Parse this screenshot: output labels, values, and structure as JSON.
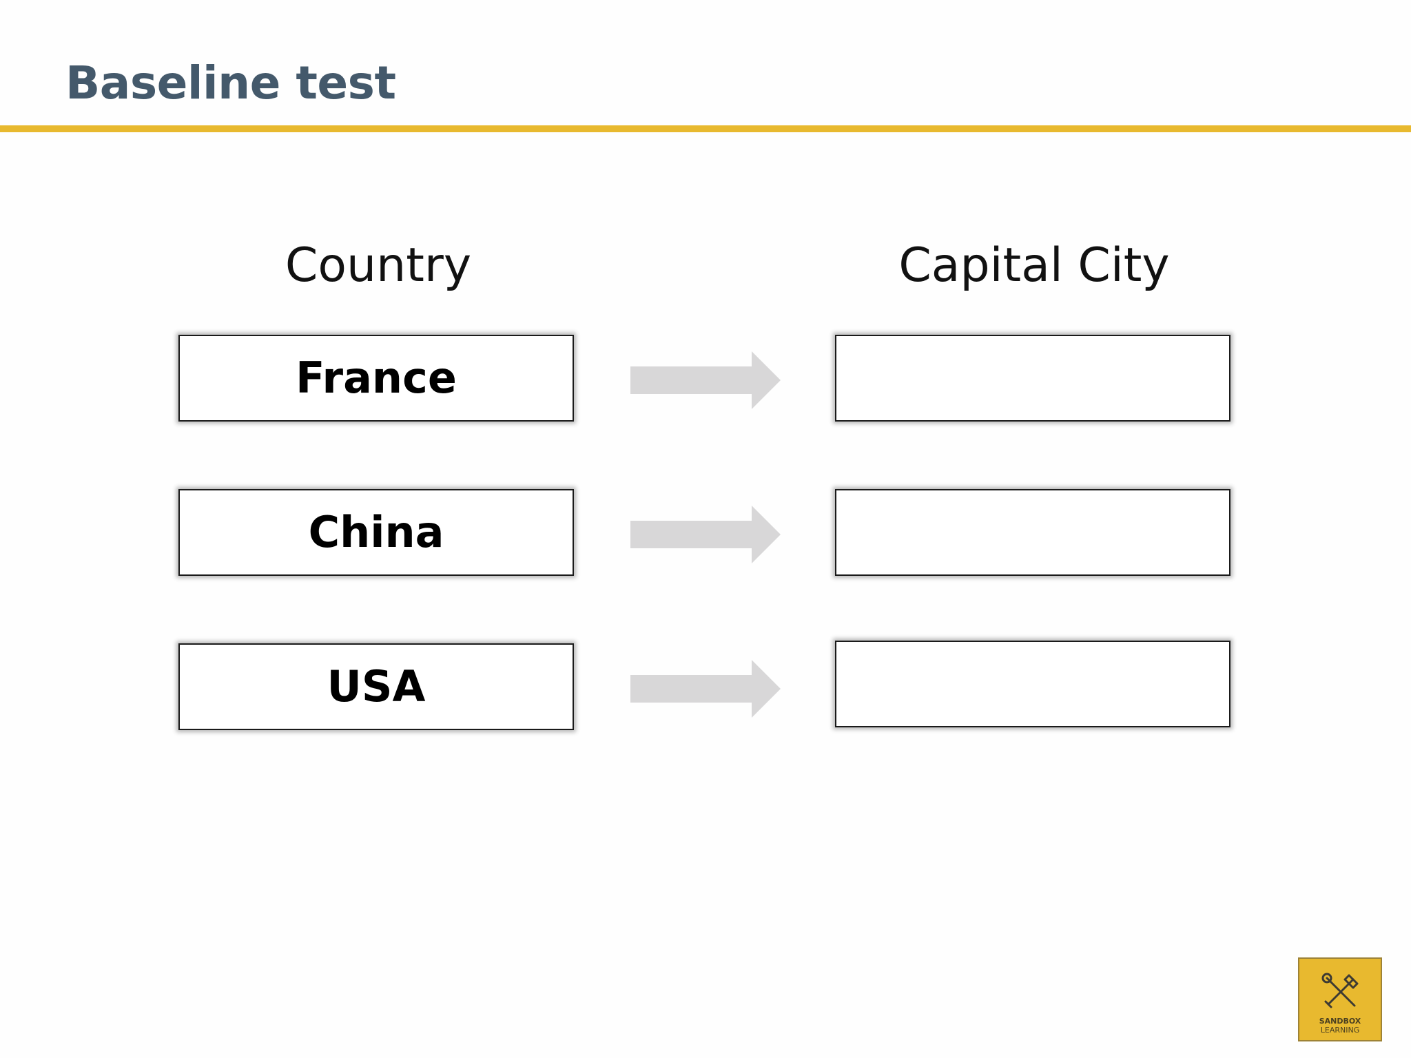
{
  "slide": {
    "title": "Baseline test"
  },
  "columns": {
    "left_header": "Country",
    "right_header": "Capital City"
  },
  "rows": [
    {
      "country": "France",
      "capital": ""
    },
    {
      "country": "China",
      "capital": ""
    },
    {
      "country": "USA",
      "capital": ""
    }
  ],
  "logo": {
    "icon": "crossed-tools-icon",
    "line1": "SANDBOX",
    "line2": "LEARNING"
  },
  "colors": {
    "title": "#44596b",
    "accent": "#e8b92f",
    "arrow": "#d8d7d8"
  }
}
